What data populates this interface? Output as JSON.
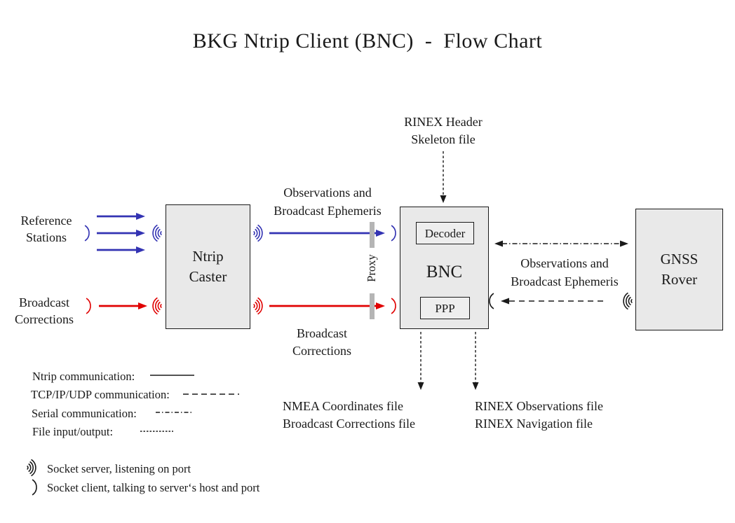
{
  "title": "BKG Ntrip Client (BNC)  -  Flow Chart",
  "nodes": {
    "ntrip_caster": {
      "line1": "Ntrip",
      "line2": "Caster"
    },
    "bnc": {
      "label": "BNC",
      "decoder_label": "Decoder",
      "ppp_label": "PPP"
    },
    "gnss_rover": {
      "line1": "GNSS",
      "line2": "Rover"
    }
  },
  "labels": {
    "reference_stations": {
      "line1": "Reference",
      "line2": "Stations"
    },
    "broadcast_corrections_input": {
      "line1": "Broadcast",
      "line2": "Corrections"
    },
    "observations_top": {
      "line1": "Observations and",
      "line2": "Broadcast Ephemeris"
    },
    "broadcast_corrections_stream": {
      "line1": "Broadcast",
      "line2": "Corrections"
    },
    "proxy": "Proxy",
    "rinex_header_skeleton": {
      "line1": "RINEX Header",
      "line2": "Skeleton file"
    },
    "observations_rover": {
      "line1": "Observations and",
      "line2": "Broadcast Ephemeris"
    },
    "nmea_output": {
      "line1": "NMEA Coordinates file",
      "line2": "Broadcast Corrections file"
    },
    "rinex_output": {
      "line1": "RINEX Observations file",
      "line2": "RINEX Navigation file"
    }
  },
  "legend": {
    "items": [
      {
        "label": "Ntrip communication:",
        "line_style": "solid"
      },
      {
        "label": "TCP/IP/UDP communication:",
        "line_style": "dashed"
      },
      {
        "label": "Serial communication:",
        "line_style": "dash-dot"
      },
      {
        "label": "File input/output:",
        "line_style": "fine-dashed"
      }
    ],
    "socket_server_label": "Socket server, listening on port",
    "socket_client_label": "Socket client, talking to server‘s host and port"
  },
  "colors": {
    "ntrip_blue": "#3333b3",
    "corrections_red": "#e00000",
    "node_fill": "#e9e9e9",
    "proxy_gray": "#b5b5b5",
    "line_black": "#1a1a1a"
  }
}
